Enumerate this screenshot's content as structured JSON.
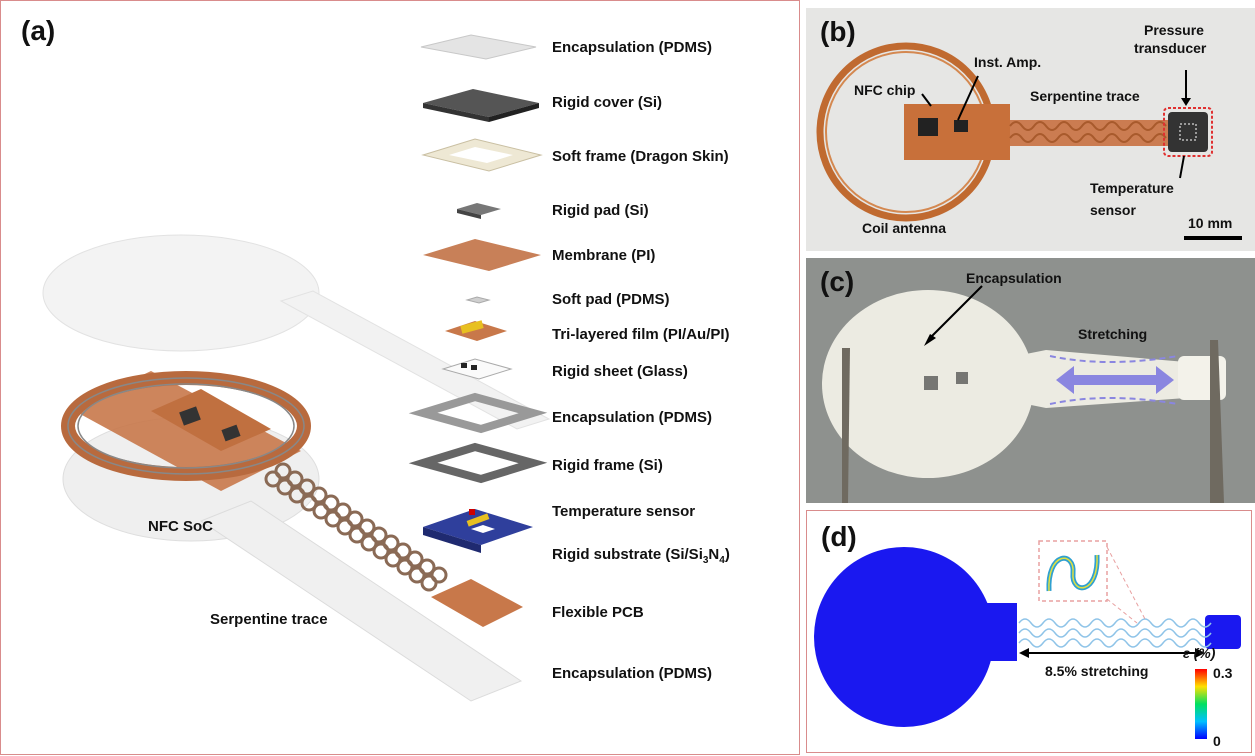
{
  "panel_a": {
    "label": "(a)",
    "layers": [
      "Encapsulation (PDMS)",
      "Rigid cover (Si)",
      "Soft frame (Dragon Skin)",
      "Rigid pad (Si)",
      "Membrane (PI)",
      "Soft pad (PDMS)",
      "Tri-layered film (PI/Au/PI)",
      "Rigid sheet (Glass)",
      "Encapsulation (PDMS)",
      "Rigid frame (Si)",
      "Temperature sensor",
      "Rigid substrate (Si/Si",
      "Flexible PCB",
      "Encapsulation (PDMS)"
    ],
    "substrate_sub1": "3",
    "substrate_n": "N",
    "substrate_sub2": "4",
    "substrate_close": ")",
    "nfc_label": "NFC SoC",
    "serpentine_label": "Serpentine trace"
  },
  "panel_b": {
    "label": "(b)",
    "nfc_chip": "NFC chip",
    "inst_amp": "Inst. Amp.",
    "pressure_1": "Pressure",
    "pressure_2": "transducer",
    "serpentine": "Serpentine trace",
    "temp_1": "Temperature",
    "temp_2": "sensor",
    "coil": "Coil antenna",
    "scale": "10 mm"
  },
  "panel_c": {
    "label": "(c)",
    "encapsulation": "Encapsulation",
    "stretching": "Stretching"
  },
  "panel_d": {
    "label": "(d)",
    "stretch": "8.5% stretching",
    "colorbar_title": "ε (%)",
    "colorbar_max": "0.3",
    "colorbar_min": "0"
  },
  "colors": {
    "border": "#d98c8c",
    "copper": "#c8784a",
    "substrate_blue": "#2f3f9c",
    "sim_blue": "#1a18f0",
    "arrow_violet": "#8a86e0"
  }
}
